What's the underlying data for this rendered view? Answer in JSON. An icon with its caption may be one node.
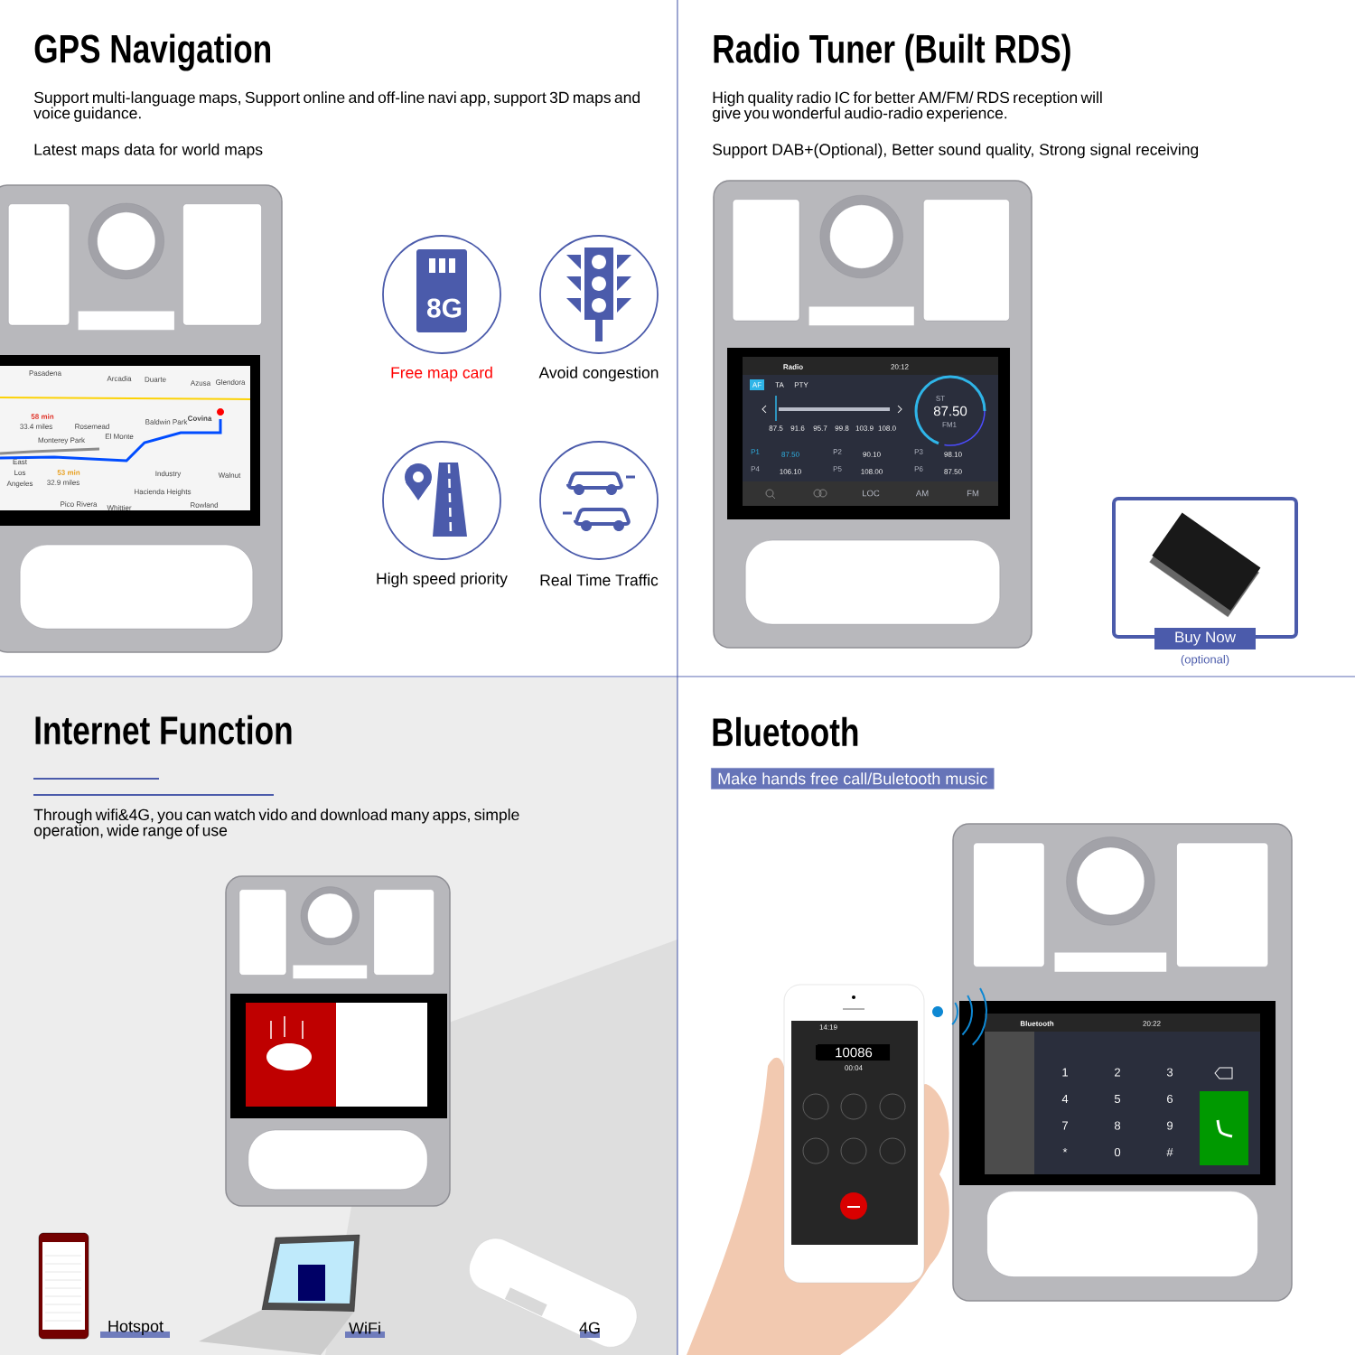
{
  "diagram": {
    "nodes": [
      {
        "text": [
          "Free map card"
        ]
      },
      {
        "text": [
          "Avoid congestion"
        ]
      },
      {
        "text": [
          "High speed priority"
        ]
      },
      {
        "text": [
          "Real Time Traffic"
        ]
      },
      {
        "text": [
          "Buy Now"
        ],
        "beside": [
          "(optional)"
        ]
      },
      {
        "text": [
          "Make hands free call/Buletooth music"
        ]
      }
    ],
    "labels": [
      "GPS Navigation",
      "Support multi-language maps, Support online and off-line navi app, support 3D maps and voice guidance.",
      "Latest maps data for world maps",
      "8G",
      "Pasadena",
      "Arcadia",
      "Duarte",
      "Azusa",
      "Glendora",
      "58 min",
      "33.4 miles",
      "Rosemead",
      "Baldwin Park",
      "Covina",
      "El Monte",
      "Monterey Park",
      "East Los Angeles",
      "53 min",
      "32.9 miles",
      "Industry",
      "Walnut",
      "Hacienda Heights",
      "Pico Rivera",
      "Whittier",
      "Rowland",
      "Radio Tuner (Built RDS)",
      "High quality radio IC for better AM/FM/ RDS reception will give you wonderful audio-radio experience.",
      "Support DAB+(Optional), Better sound quality, Strong signal receiving",
      "Radio",
      "20:12",
      "AF",
      "TA",
      "PTY",
      "87.5",
      "91.6",
      "95.7",
      "99.8",
      "103.9",
      "108.0",
      "ST",
      "87.50",
      "FM1",
      "P1",
      "87.50",
      "P2",
      "90.10",
      "P3",
      "98.10",
      "P4",
      "106.10",
      "P5",
      "108.00",
      "P6",
      "87.50",
      "LOC",
      "AM",
      "FM",
      "Internet Function",
      "Through wifi&4G, you can watch vido and download many apps, simple operation, wide range of use",
      "Hotspot",
      "WiFi",
      "4G",
      "Bluetooth",
      "14:19",
      "10086",
      "00:04",
      "Bluetooth",
      "20:22",
      "1",
      "2",
      "3",
      "4",
      "5",
      "6",
      "7",
      "8",
      "9",
      "*",
      "0",
      "#"
    ]
  }
}
